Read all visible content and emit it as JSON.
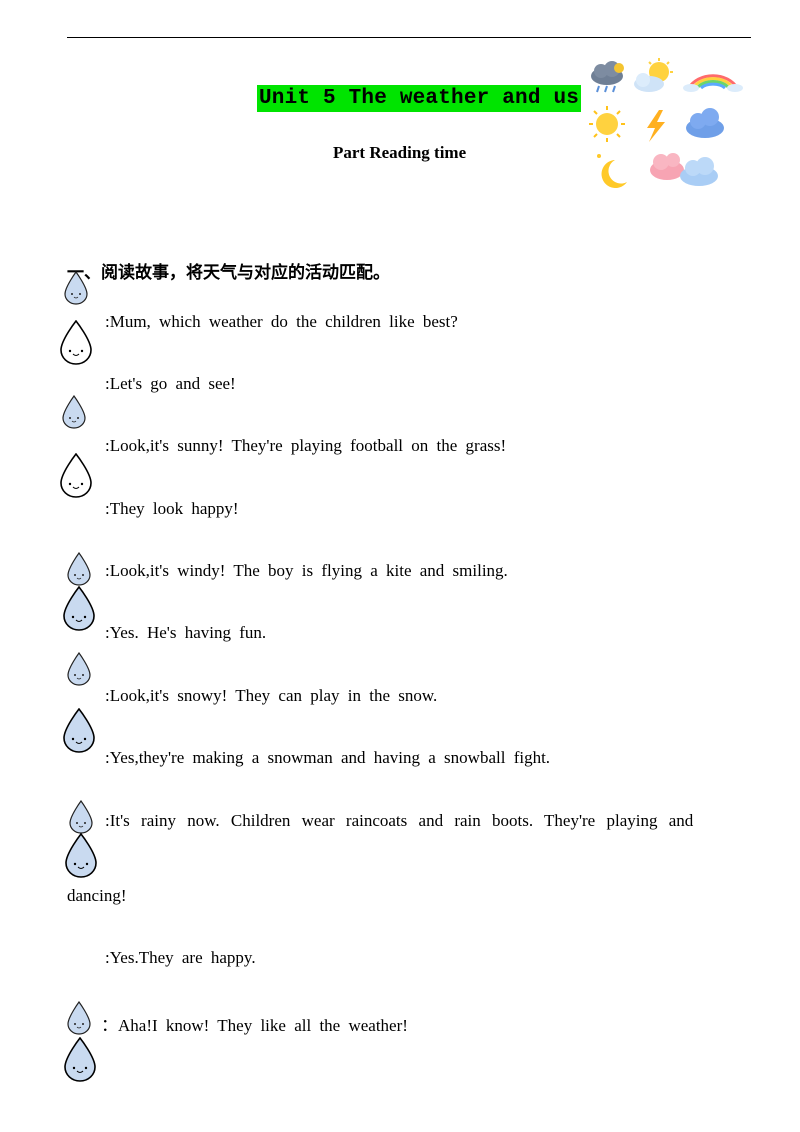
{
  "header": {
    "title": "Unit 5 The weather and us",
    "subtitle": "Part Reading  time"
  },
  "instruction": "一、阅读故事，将天气与对应的活动匹配。",
  "icons": {
    "speaker_a": "small-raindrop-icon",
    "speaker_b": "big-raindrop-icon",
    "art": [
      "rain-cloud-icon",
      "sun-cloud-icon",
      "rainbow-icon",
      "sun-icon",
      "lightning-icon",
      "cloud-icon",
      "moon-icon",
      "pink-cloud-icon",
      "blue-cloud-icon"
    ]
  },
  "colors": {
    "title_highlight": "#00e400",
    "drop_fill": "#c9daf0"
  },
  "story": [
    {
      "text": ":Mum, which weather do the children like best?"
    },
    {
      "text": ":Let's go and see!"
    },
    {
      "text": ":Look,it's sunny! They're playing football on the grass!"
    },
    {
      "text": ":They look happy!"
    },
    {
      "text": ":Look,it's windy! The boy is flying a kite and smiling."
    },
    {
      "text": ":Yes. He's having fun."
    },
    {
      "text": ":Look,it's snowy! They can play in the snow."
    },
    {
      "text": ":Yes,they're making a snowman and having a snowball fight."
    },
    {
      "text": ":It's rainy now. Children wear raincoats and rain boots. They're playing and"
    },
    {
      "text": "dancing!"
    },
    {
      "text": ":Yes.They are happy."
    },
    {
      "text": "：Aha!I know! They like all the weather!"
    }
  ]
}
